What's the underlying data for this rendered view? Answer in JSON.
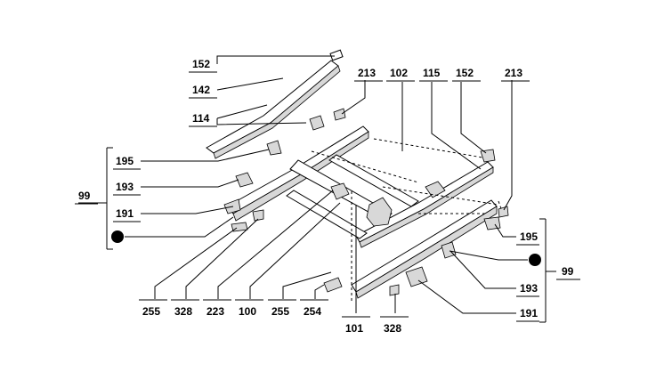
{
  "callouts": {
    "c152a": "152",
    "c142": "142",
    "c114": "114",
    "c213a": "213",
    "c102": "102",
    "c115": "115",
    "c152b": "152",
    "c213b": "213",
    "c195a": "195",
    "c193a": "193",
    "c191a": "191",
    "c99a": "99",
    "c195b": "195",
    "c193b": "193",
    "c191b": "191",
    "c99b": "99",
    "c255a": "255",
    "c328a": "328",
    "c223": "223",
    "c100": "100",
    "c255b": "255",
    "c254": "254",
    "c101": "101",
    "c328b": "328"
  }
}
